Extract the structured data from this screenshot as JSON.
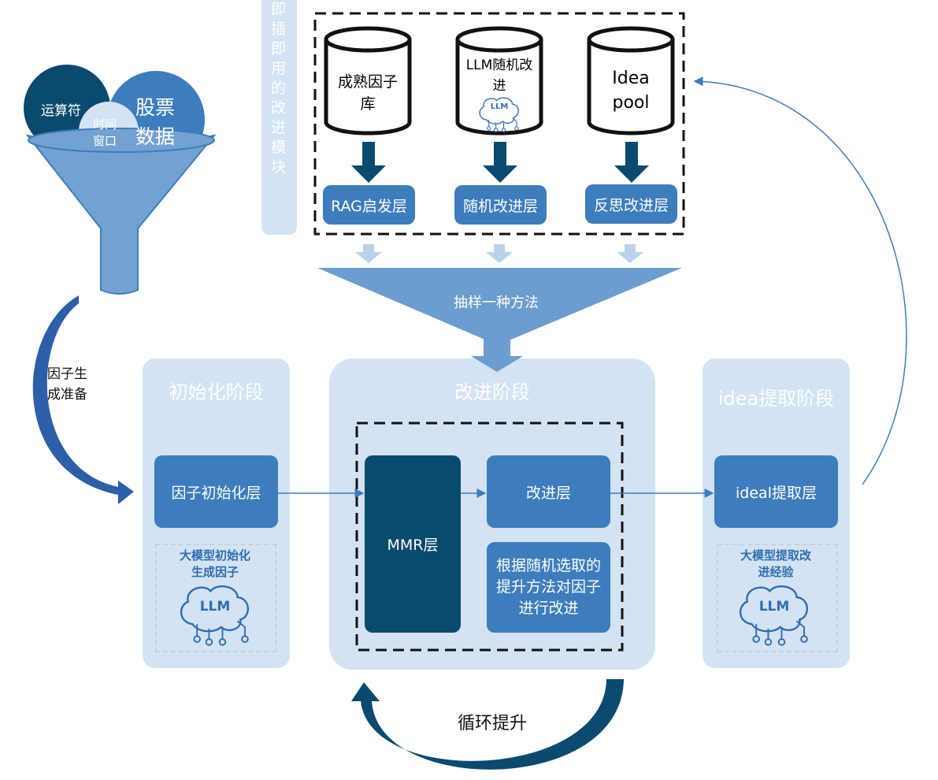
{
  "colors": {
    "navy": "#0b4a6f",
    "blue": "#3d7dbd",
    "light": "#d3e3f3",
    "funnel": "#73a1d1"
  },
  "funnel": {
    "inputs": [
      "运算符",
      "时间窗口",
      "股票数据"
    ],
    "label": "因子生成准备"
  },
  "plugin": {
    "label": "即插即用的改进模块",
    "sources": [
      {
        "text": "成熟因子库",
        "layer": "RAG启发层"
      },
      {
        "text": "LLM随机改进",
        "layer": "随机改进层",
        "icon": "llm-brain-icon"
      },
      {
        "text": "Idea pool",
        "layer": "反思改进层"
      }
    ],
    "sampling": "抽样一种方法"
  },
  "stages": {
    "init": {
      "title": "初始化阶段",
      "layer": "因子初始化层",
      "llm_note": "大模型初始化生成因子"
    },
    "improve": {
      "title": "改进阶段",
      "mmr": "MMR层",
      "layer": "改进层",
      "desc": "根据随机选取的提升方法对因子进行改进"
    },
    "idea": {
      "title": "idea提取阶段",
      "layer": "ideal提取层",
      "llm_note": "大模型提取改进经验"
    }
  },
  "loop": {
    "label": "循环提升"
  },
  "llm_icon_text": "LLM"
}
